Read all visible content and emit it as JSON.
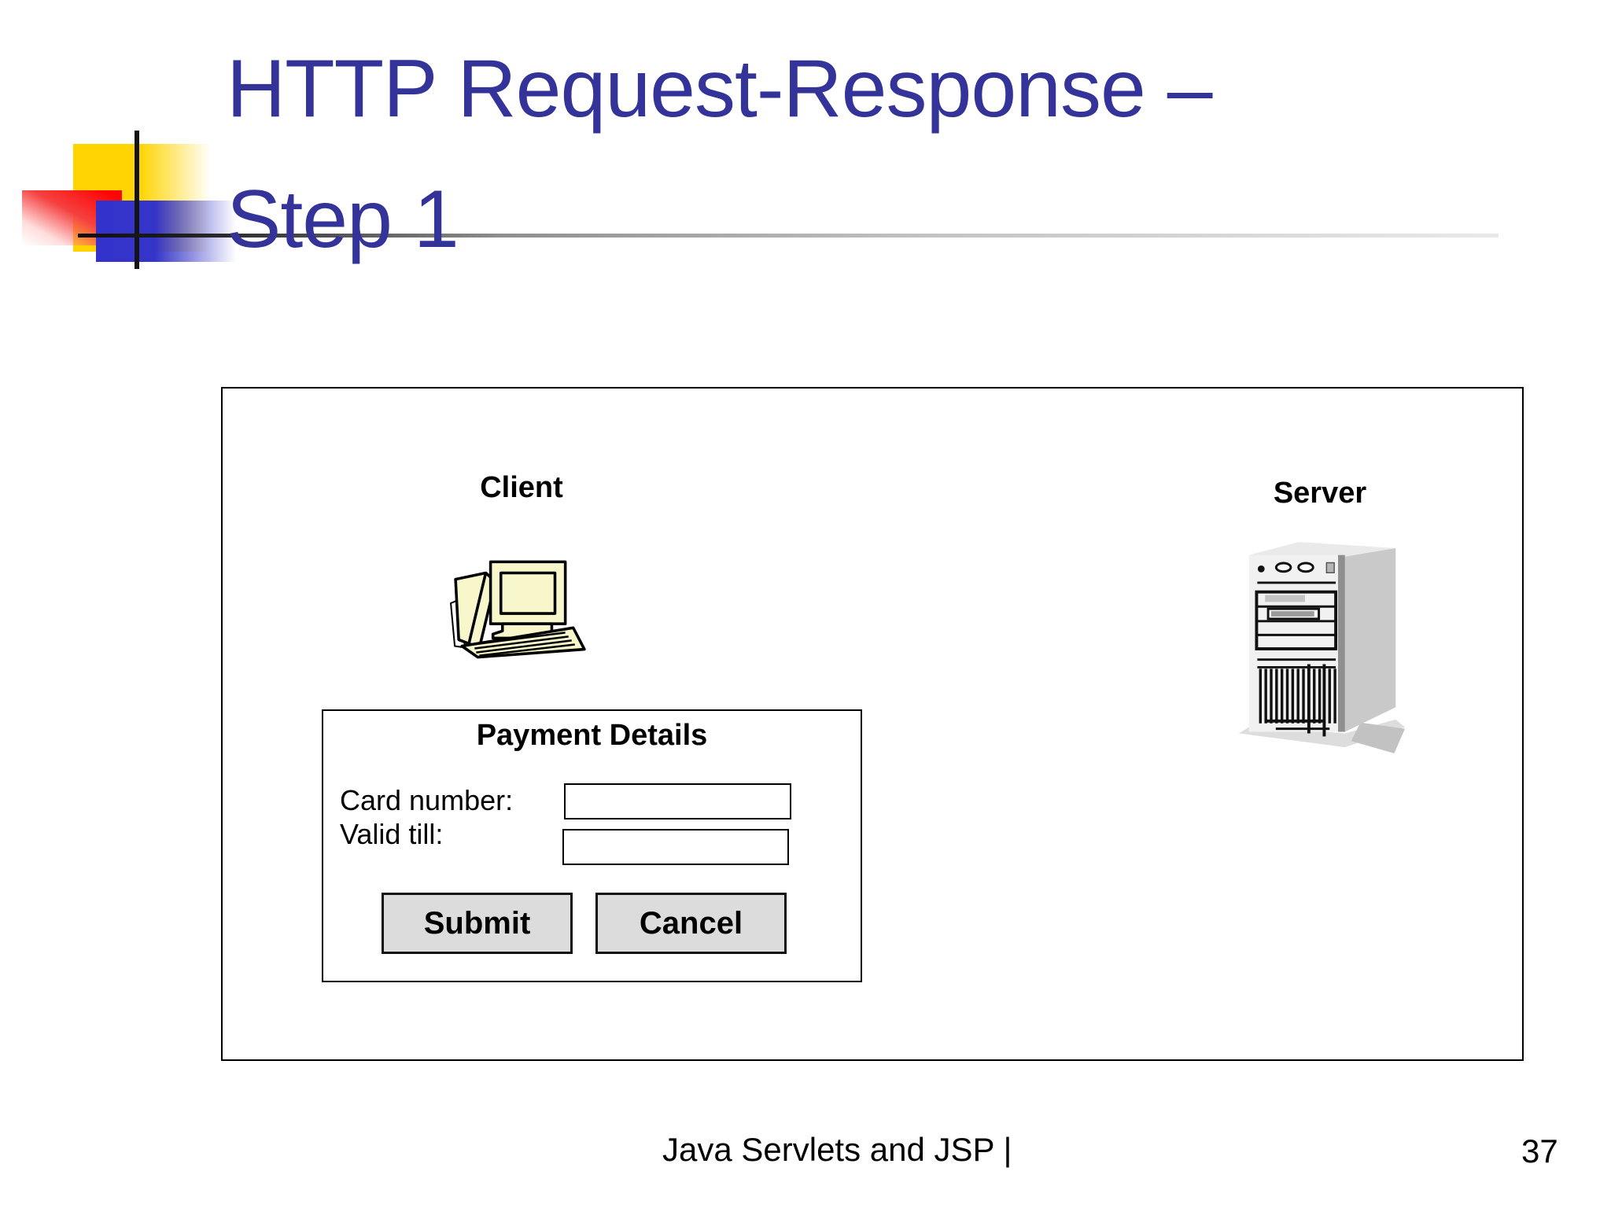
{
  "slide": {
    "title_line1": "HTTP Request-Response –",
    "title_line2": "Step 1",
    "footer_text": "Java Servlets and JSP |",
    "page_number": "37"
  },
  "colors": {
    "title_text": "#333399",
    "accent_yellow": "#FFD400",
    "accent_red": "#FF0000",
    "accent_blue": "#3333CC",
    "button_fill": "#DCDCDC"
  },
  "diagram": {
    "client_label": "Client",
    "server_label": "Server",
    "client_icon": "client-computer-icon",
    "server_icon": "server-tower-icon"
  },
  "form": {
    "title": "Payment Details",
    "fields": [
      {
        "label": "Card number:",
        "value": ""
      },
      {
        "label": "Valid till:",
        "value": ""
      }
    ],
    "buttons": [
      {
        "label": "Submit"
      },
      {
        "label": "Cancel"
      }
    ]
  }
}
